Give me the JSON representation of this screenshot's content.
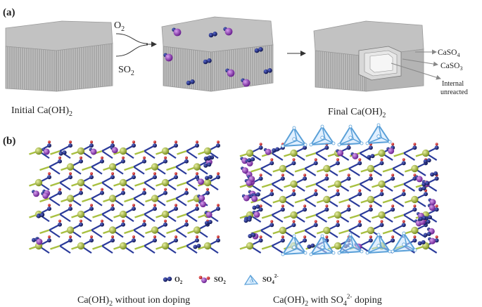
{
  "panel_a": {
    "label": "(a)",
    "o2": {
      "base": "O",
      "sub": "2"
    },
    "so2": {
      "base": "SO",
      "sub": "2"
    },
    "initial": {
      "base": "Initial Ca(OH)",
      "sub": "2"
    },
    "final": {
      "base": "Final Ca(OH)",
      "sub": "2"
    },
    "caso4": {
      "base": "CaSO",
      "sub": "4"
    },
    "caso3": {
      "base": "CaSO",
      "sub": "3"
    },
    "internal_line1": "Internal",
    "internal_line2": "unreacted"
  },
  "panel_b": {
    "label": "(b)",
    "legend": {
      "o2": {
        "base": "O",
        "sub": "2"
      },
      "so2": {
        "base": "SO",
        "sub": "2"
      },
      "so4": {
        "base": "SO",
        "sub": "4",
        "sup": "2-"
      }
    },
    "caption_left": {
      "pre": "Ca(OH)",
      "sub": "2",
      "post": " without ion doping"
    },
    "caption_right": {
      "pre": "Ca(OH)",
      "sub": "2",
      "mid": " with SO",
      "sub2": "4",
      "sup": "2-",
      "post": " doping"
    }
  },
  "colors": {
    "block_top": "#bcbcbc",
    "block_side": "#a8a8a8",
    "lattice_blue": "#2a3a9a",
    "lattice_green": "#a8c040",
    "ca_atom": "#a4b830",
    "o_atom": "#1a2060",
    "h_atom": "#c02020",
    "so2_purple": "#8a38b0",
    "tetra_blue": "#5aa0d8"
  }
}
